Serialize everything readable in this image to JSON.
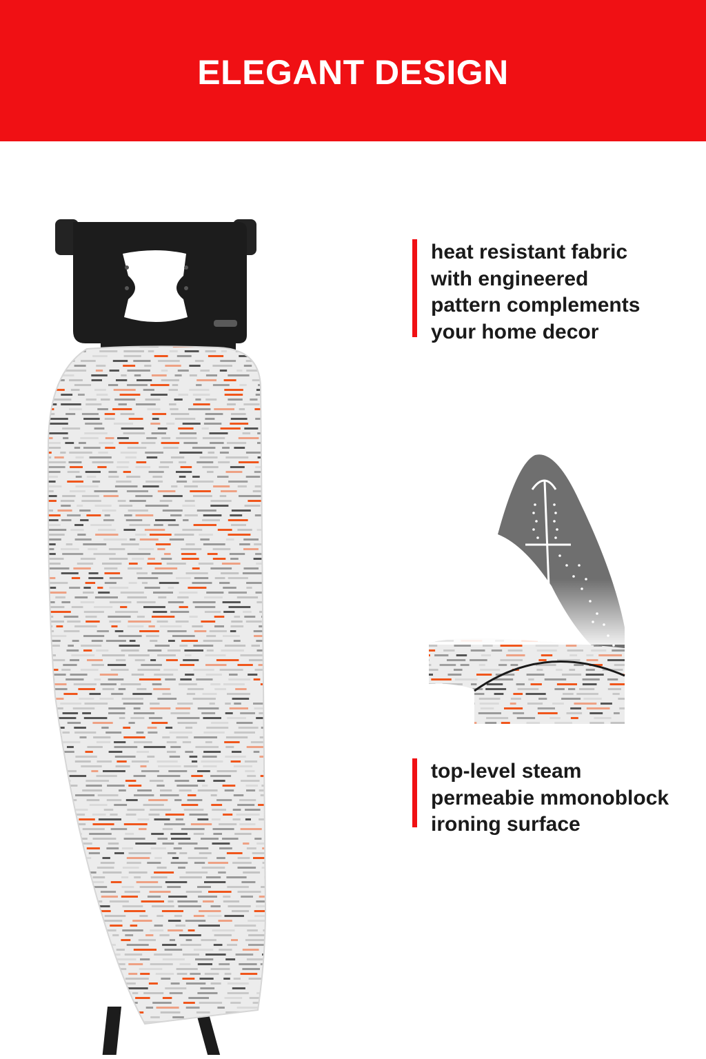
{
  "banner": {
    "title": "ELEGANT DESIGN",
    "background_color": "#f01014"
  },
  "features": [
    {
      "text": "heat resistant fabric\nwith engineered\npattern complements\nyour home decor",
      "accent_color": "#f01014"
    },
    {
      "text": "top-level steam\npermeabie mmonoblock\nironing surface",
      "accent_color": "#f01014"
    }
  ],
  "colors": {
    "fabric_base": "#ececec",
    "fabric_dark": "#555555",
    "fabric_mid": "#9a9a9a",
    "fabric_light": "#c8c8c8",
    "fabric_orange": "#f0561c",
    "frame": "#1c1c1c",
    "iron_sole": "#6f6f6f"
  }
}
